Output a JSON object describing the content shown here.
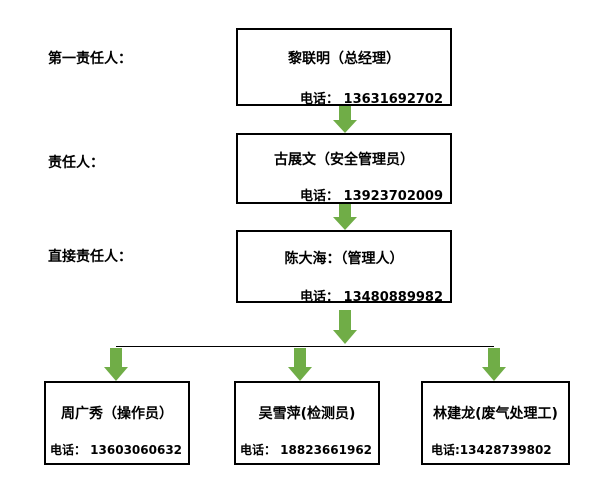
{
  "roles": {
    "first": "第一责任人：",
    "middle": "责任人：",
    "direct": "直接责任人："
  },
  "nodes": {
    "top": {
      "name": "黎联明（总经理）",
      "phone": "电话：  13631692702"
    },
    "mid": {
      "name": "古展文（安全管理员）",
      "phone": "电话：  13923702009"
    },
    "direct": {
      "name": "陈大海：（管理人）",
      "phone": "电话：  13480889982"
    },
    "b1": {
      "name": "周广秀（操作员）",
      "phone": "电话：  13603060632"
    },
    "b2": {
      "name": "吴雪萍(检测员)",
      "phone": "电话：  18823661962"
    },
    "b3": {
      "name": "林建龙(废气处理工)",
      "phone": "电话:13428739802"
    }
  },
  "colors": {
    "arrow": "#70ad47",
    "border": "#000000"
  }
}
